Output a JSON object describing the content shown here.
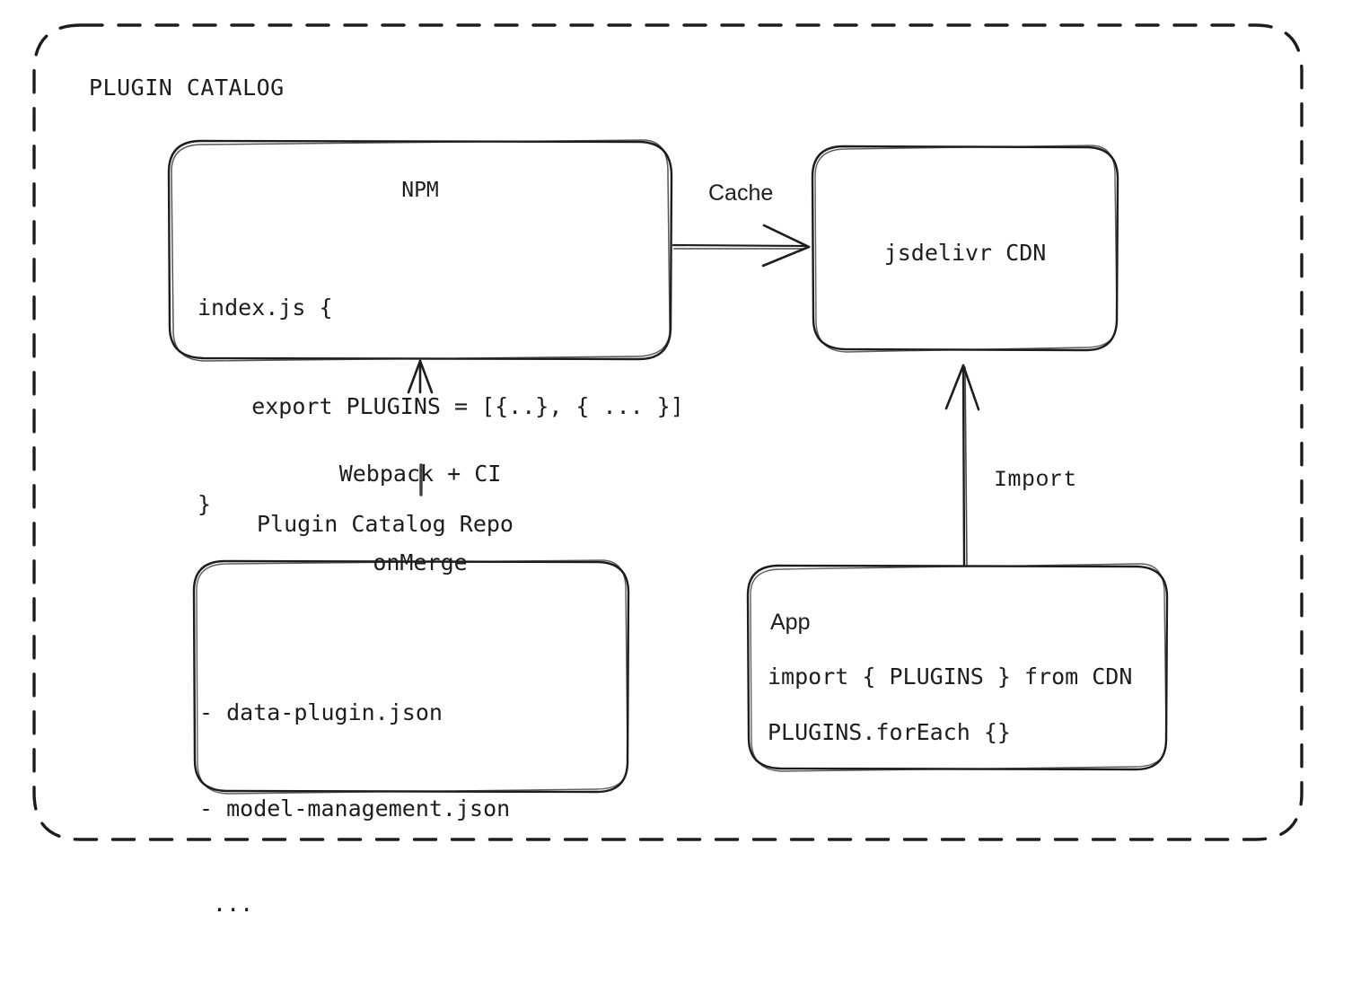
{
  "diagram": {
    "type": "architecture-flow",
    "group": {
      "title": "PLUGIN CATALOG",
      "border_style": "dashed-rounded"
    },
    "colors": {
      "stroke": "#1d1d1f",
      "background": "#ffffff",
      "text": "#1d1d1f"
    },
    "nodes": {
      "npm": {
        "title": "NPM",
        "code_line_1": "index.js {",
        "code_line_2": "    export PLUGINS = [{..}, { ... }]",
        "code_line_3": "}"
      },
      "cdn": {
        "title": "jsdelivr CDN"
      },
      "repo": {
        "caption": "Plugin Catalog Repo",
        "file_1": "- data-plugin.json",
        "file_2": "- model-management.json",
        "file_3": " ..."
      },
      "app": {
        "title": "App",
        "code_line_1": "import { PLUGINS } from CDN",
        "code_line_2": "PLUGINS.forEach {}"
      }
    },
    "edges": {
      "npm_to_cdn": {
        "label": "Cache",
        "direction": "right"
      },
      "repo_to_npm": {
        "label_line_1": "Webpack + CI",
        "label_line_2": "onMerge",
        "direction": "up"
      },
      "app_to_cdn": {
        "label": "Import",
        "direction": "up"
      }
    }
  }
}
